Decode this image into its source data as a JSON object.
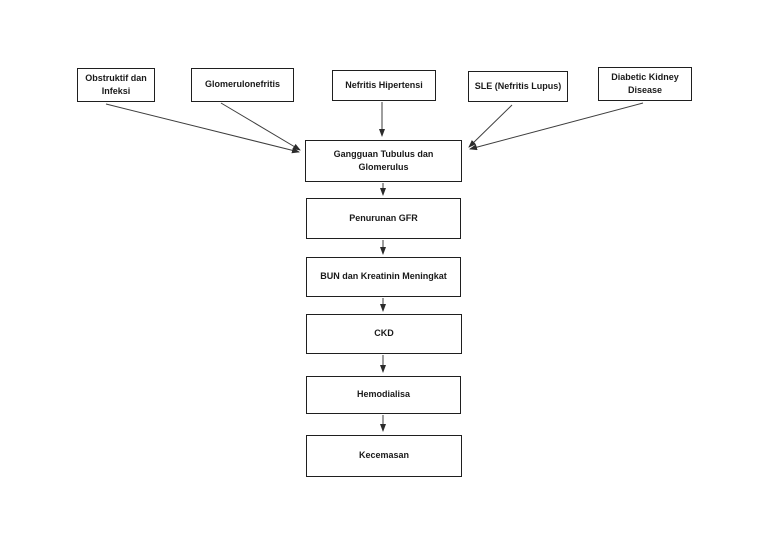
{
  "diagram": {
    "title": "CKD pathophysiology flowchart",
    "colors": {
      "background": "#ffffff",
      "box_border": "#1f1f1f",
      "text": "#1a1a1a",
      "arrow": "#3d3d3d"
    },
    "cause_nodes": [
      {
        "id": "obstruktif",
        "label": "Obstruktif dan Infeksi"
      },
      {
        "id": "glomerulonefritis",
        "label": "Glomerulonefritis"
      },
      {
        "id": "nefritis-hipertensi",
        "label": "Nefritis Hipertensi"
      },
      {
        "id": "sle-nefritis-lupus",
        "label": "SLE (Nefritis Lupus)"
      },
      {
        "id": "diabetic-kidney-disease",
        "label": "Diabetic Kidney Disease"
      }
    ],
    "chain_nodes": [
      {
        "id": "gangguan-tubulus",
        "label": "Gangguan Tubulus dan Glomerulus"
      },
      {
        "id": "penurunan-gfr",
        "label": "Penurunan GFR"
      },
      {
        "id": "bun-kreatinin",
        "label": "BUN dan Kreatinin Meningkat"
      },
      {
        "id": "ckd",
        "label": "CKD"
      },
      {
        "id": "hemodialisa",
        "label": "Hemodialisa"
      },
      {
        "id": "kecemasan",
        "label": "Kecemasan"
      }
    ],
    "edges": [
      {
        "from": "obstruktif",
        "to": "gangguan-tubulus"
      },
      {
        "from": "glomerulonefritis",
        "to": "gangguan-tubulus"
      },
      {
        "from": "nefritis-hipertensi",
        "to": "gangguan-tubulus"
      },
      {
        "from": "sle-nefritis-lupus",
        "to": "gangguan-tubulus"
      },
      {
        "from": "diabetic-kidney-disease",
        "to": "gangguan-tubulus"
      },
      {
        "from": "gangguan-tubulus",
        "to": "penurunan-gfr"
      },
      {
        "from": "penurunan-gfr",
        "to": "bun-kreatinin"
      },
      {
        "from": "bun-kreatinin",
        "to": "ckd"
      },
      {
        "from": "ckd",
        "to": "hemodialisa"
      },
      {
        "from": "hemodialisa",
        "to": "kecemasan"
      }
    ]
  }
}
